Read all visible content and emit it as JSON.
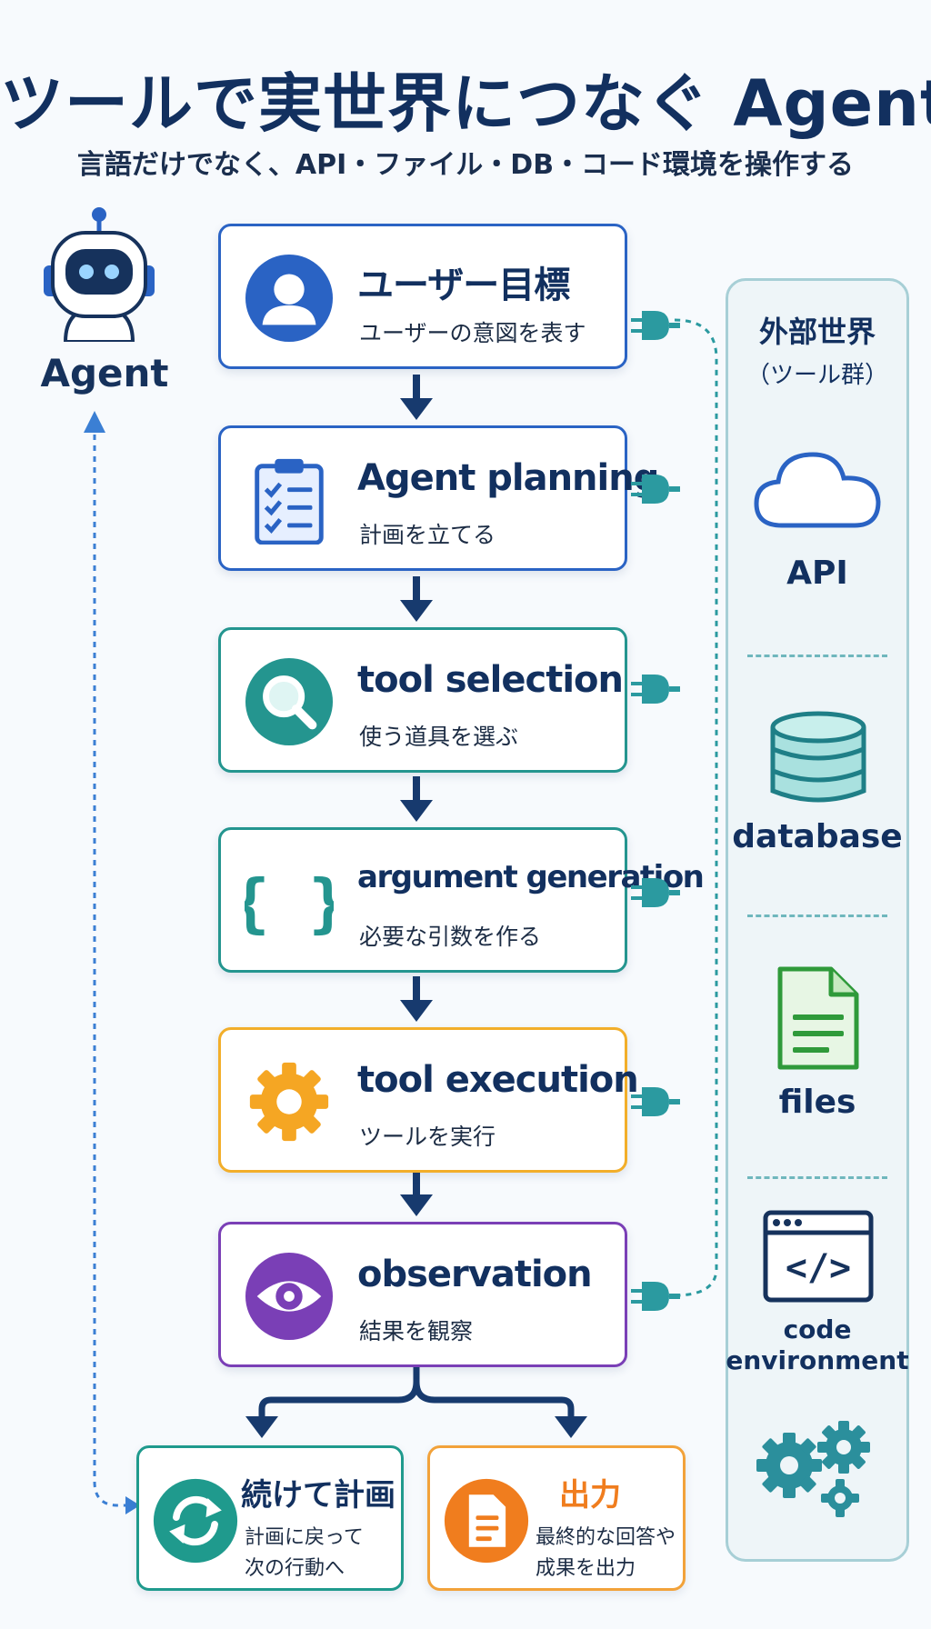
{
  "title": "ツールで実世界につなぐ Agent",
  "subtitle": "言語だけでなく、API・ファイル・DB・コード環境を操作する",
  "agent": {
    "label": "Agent"
  },
  "steps": [
    {
      "title": "ユーザー目標",
      "subtitle": "ユーザーの意図を表す",
      "color": "#2a63c4"
    },
    {
      "title": "Agent planning",
      "subtitle": "計画を立てる",
      "color": "#2a63c4"
    },
    {
      "title": "tool selection",
      "subtitle": "使う道具を選ぶ",
      "color": "#24958f"
    },
    {
      "title": "argument generation",
      "subtitle": "必要な引数を作る",
      "color": "#24958f"
    },
    {
      "title": "tool execution",
      "subtitle": "ツールを実行",
      "color": "#f2ae2a"
    },
    {
      "title": "observation",
      "subtitle": "結果を観察",
      "color": "#7a3fb6"
    }
  ],
  "outputs": [
    {
      "title": "続けて計画",
      "line1": "計画に戻って",
      "line2": "次の行動へ",
      "color": "#1f9a8d"
    },
    {
      "title": "出力",
      "line1": "最終的な回答や",
      "line2": "成果を出力",
      "color": "#f07d1e"
    }
  ],
  "external": {
    "title": "外部世界",
    "subtitle": "（ツール群）",
    "items": [
      {
        "label": "API",
        "icon": "cloud-icon"
      },
      {
        "label": "database",
        "icon": "database-icon"
      },
      {
        "label": "files",
        "icon": "file-icon"
      },
      {
        "label": "code environment",
        "line1": "code",
        "line2": "environment",
        "icon": "code-window-icon"
      },
      {
        "icon": "gears-icon"
      }
    ]
  },
  "colors": {
    "navy": "#12305f",
    "blue": "#2a63c4",
    "teal": "#24958f",
    "orange": "#f2ae2a",
    "purple": "#7a3fb6",
    "connector": "#2b9aa0"
  }
}
